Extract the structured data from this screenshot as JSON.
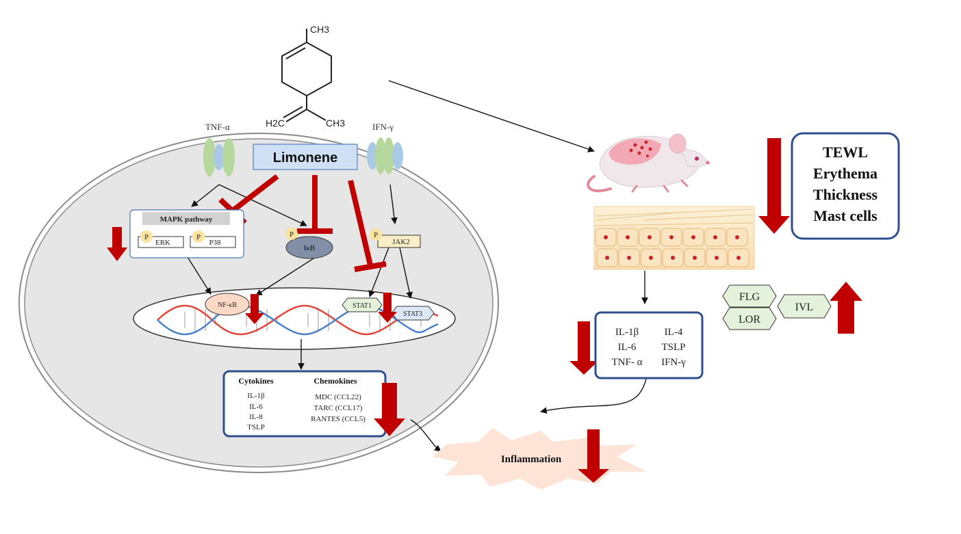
{
  "molecule": {
    "ch3_top": "CH3",
    "h2c": "H2C",
    "ch3_right": "CH3"
  },
  "labels": {
    "tnf_alpha": "TNF-α",
    "ifn_gamma": "IFN-γ",
    "limonene": "Limonene",
    "mapk_pathway": "MAPK pathway",
    "phospho": "P",
    "erk": "ERK",
    "p38": "P38",
    "ikb": "IκB",
    "jak2": "JAK2",
    "nfkb": "NF-κB",
    "stat1": "STAT1",
    "stat3": "STAT3",
    "inflammation": "Inflammation"
  },
  "cyto_box": {
    "cytokines_header": "Cytokines",
    "chemokines_header": "Chemokines",
    "cytokines": [
      "IL-1β",
      "IL-6",
      "IL-8",
      "TSLP"
    ],
    "chemokines": [
      "MDC (CCL22)",
      "TARC (CCL17)",
      "RANTES (CCL5)"
    ]
  },
  "skin_outcomes": [
    "TEWL",
    "Erythema",
    "Thickness",
    "Mast cells"
  ],
  "serum_box": {
    "left": [
      "IL-1β",
      "IL-6",
      "TNF- α"
    ],
    "right": [
      "IL-4",
      "TSLP",
      "IFN-γ"
    ]
  },
  "barrier_proteins": {
    "flg": "FLG",
    "lor": "LOR",
    "ivl": "IVL"
  },
  "colors": {
    "red_arrow": "#c00000",
    "cell_fill": "#e6e6e6",
    "box_border": "#2e4e8e",
    "limonene_fill": "#cfe0f4",
    "stat_fill": "#e4f2dc",
    "jak_fill": "#fbeec6",
    "phospho_fill": "#f9e39e",
    "ikb_fill": "#8190a6",
    "nfkb_fill": "#fbd9c6",
    "inflammation_fill": "#fde4d6"
  }
}
